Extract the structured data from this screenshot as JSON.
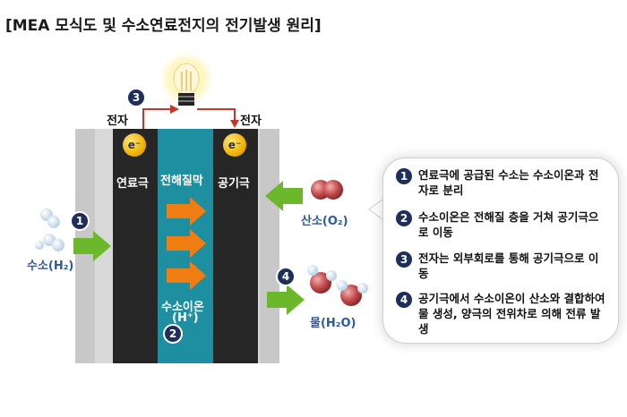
{
  "title": "[MEA 모식도 및 수소연료전지의 전기발생 원리]",
  "labels": {
    "electron_left": "전자",
    "electron_right": "전자",
    "electron_symbol": "e⁻",
    "anode": "연료극",
    "membrane": "전해질막",
    "cathode": "공기극",
    "proton": "수소이온",
    "proton_formula": "(H⁺)",
    "oxygen": "산소(O₂)",
    "hydrogen": "수소(H₂)",
    "water": "물(H₂O)"
  },
  "badges": {
    "b1": "1",
    "b2": "2",
    "b3": "3",
    "b4": "4"
  },
  "steps": [
    {
      "num": "1",
      "text": "연료극에 공급된 수소는 수소이온과 전자로 분리"
    },
    {
      "num": "2",
      "text": "수소이온은 전해질 층을 거쳐 공기극으로 이동"
    },
    {
      "num": "3",
      "text": "전자는 외부회로를 통해 공기극으로 이동"
    },
    {
      "num": "4",
      "text": "공기극에서 수소이온이 산소와 결합하여 물 생성, 양극의 전위차로 의해 전류 발생"
    }
  ],
  "colors": {
    "membrane": "#1e8fa0",
    "electrode": "#262626",
    "plate": "#c8c8c8",
    "arrow_green": "#6cb82c",
    "arrow_orange": "#ef7d12",
    "circuit": "#c0392b",
    "badge": "#1f2f5c"
  }
}
